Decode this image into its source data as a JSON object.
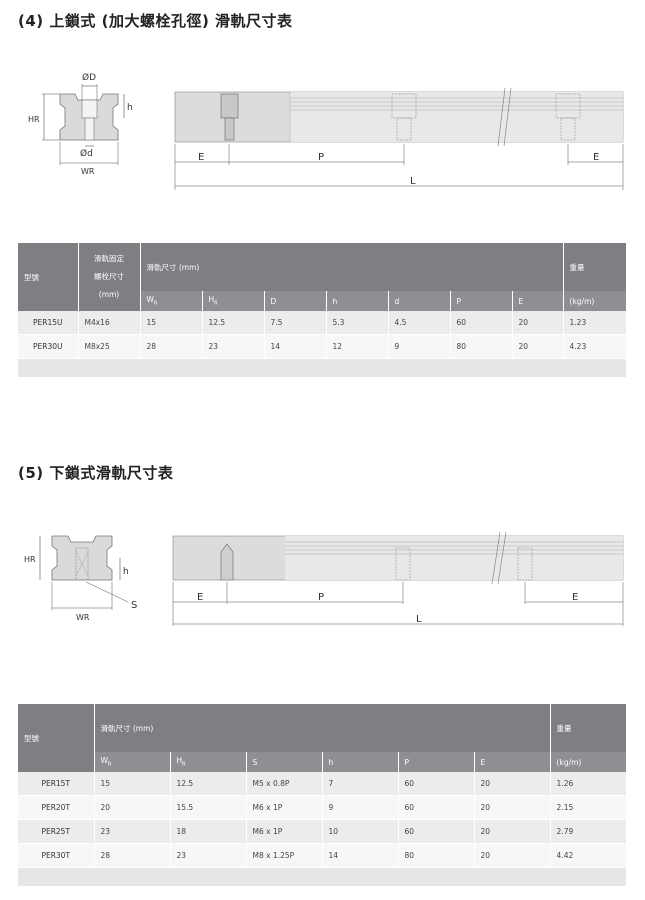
{
  "section4": {
    "title": "(4) 上鎖式 (加大螺栓孔徑) 滑軌尺寸表",
    "diagram": {
      "label_phiD": "ØD",
      "label_h": "h",
      "label_HR": "HR",
      "label_phid": "Ød",
      "label_WR": "WR",
      "label_E_left": "E",
      "label_P": "P",
      "label_E_right": "E",
      "label_L": "L"
    },
    "table": {
      "h_model": "型號",
      "h_fix_1": "滑軌固定",
      "h_fix_2": "螺栓尺寸",
      "h_fix_3": "(mm)",
      "h_dims": "滑軌尺寸 (mm)",
      "h_weight": "重量",
      "h_weight_unit": "(kg/m)",
      "sub": [
        "W",
        "H",
        "D",
        "h",
        "d",
        "P",
        "E"
      ],
      "sub_subscripts": [
        "R",
        "R",
        "",
        "",
        "",
        "",
        ""
      ],
      "rows": [
        {
          "model": "PER15U",
          "bolt": "M4x16",
          "w": "15",
          "h_r": "12.5",
          "d_big": "7.5",
          "h": "5.3",
          "d": "4.5",
          "p": "60",
          "e": "20",
          "weight": "1.23"
        },
        {
          "model": "PER30U",
          "bolt": "M8x25",
          "w": "28",
          "h_r": "23",
          "d_big": "14",
          "h": "12",
          "d": "9",
          "p": "80",
          "e": "20",
          "weight": "4.23"
        }
      ]
    }
  },
  "section5": {
    "title": "(5) 下鎖式滑軌尺寸表",
    "diagram": {
      "label_HR": "HR",
      "label_h": "h",
      "label_S": "S",
      "label_WR": "WR",
      "label_E_left": "E",
      "label_P": "P",
      "label_E_right": "E",
      "label_L": "L"
    },
    "table": {
      "h_model": "型號",
      "h_dims": "滑軌尺寸 (mm)",
      "h_weight": "重量",
      "h_weight_unit": "(kg/m)",
      "sub": [
        "W",
        "H",
        "S",
        "h",
        "P",
        "E"
      ],
      "sub_subscripts": [
        "R",
        "R",
        "",
        "",
        "",
        ""
      ],
      "rows": [
        {
          "model": "PER15T",
          "w": "15",
          "h_r": "12.5",
          "s": "M5 x 0.8P",
          "h": "7",
          "p": "60",
          "e": "20",
          "weight": "1.26"
        },
        {
          "model": "PER20T",
          "w": "20",
          "h_r": "15.5",
          "s": "M6 x 1P",
          "h": "9",
          "p": "60",
          "e": "20",
          "weight": "2.15"
        },
        {
          "model": "PER25T",
          "w": "23",
          "h_r": "18",
          "s": "M6 x 1P",
          "h": "10",
          "p": "60",
          "e": "20",
          "weight": "2.79"
        },
        {
          "model": "PER30T",
          "w": "28",
          "h_r": "23",
          "s": "M8 x 1.25P",
          "h": "14",
          "p": "80",
          "e": "20",
          "weight": "4.42"
        }
      ]
    }
  }
}
